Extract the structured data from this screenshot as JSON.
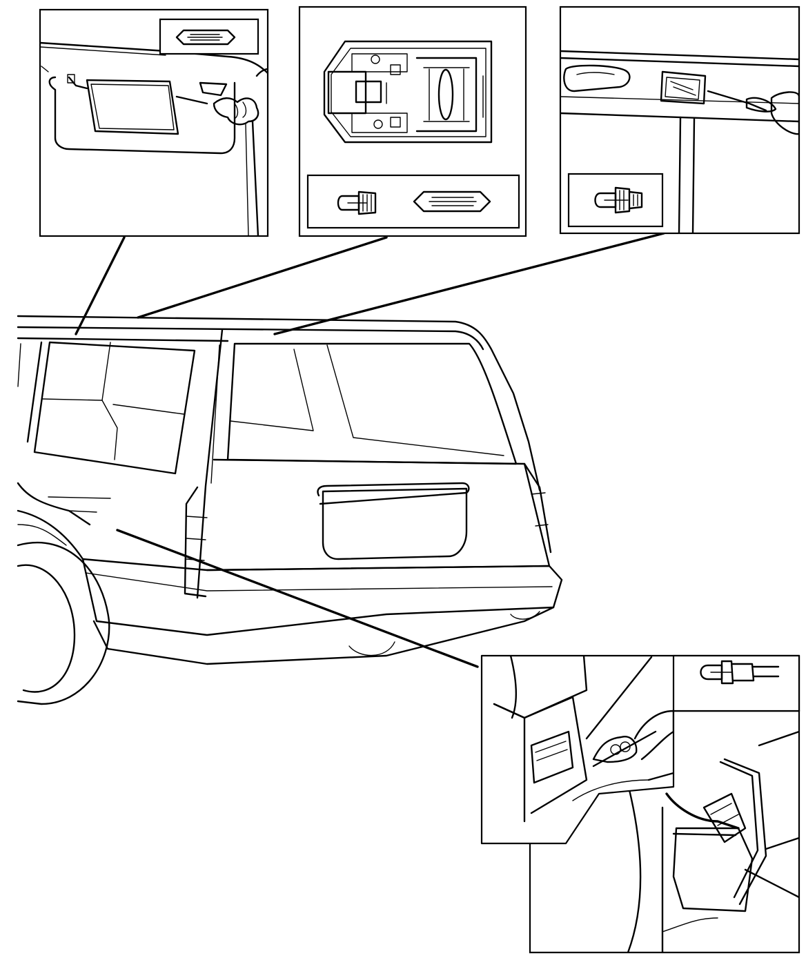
{
  "diagram": {
    "type": "technical-illustration",
    "subject": "vehicle",
    "details": [
      {
        "id": "sun-visor-vanity-lamp",
        "icon": "festoon-bulb-icon"
      },
      {
        "id": "interior-roof-lamp",
        "icons": [
          "wedge-bulb-icon",
          "festoon-bulb-icon"
        ]
      },
      {
        "id": "rear-reading-lamp",
        "icon": "wedge-bulb-icon"
      },
      {
        "id": "cargo-area-lamp",
        "icon": "plug-bulb-icon"
      }
    ],
    "colors": {
      "line": "#000000",
      "background": "#ffffff"
    }
  }
}
